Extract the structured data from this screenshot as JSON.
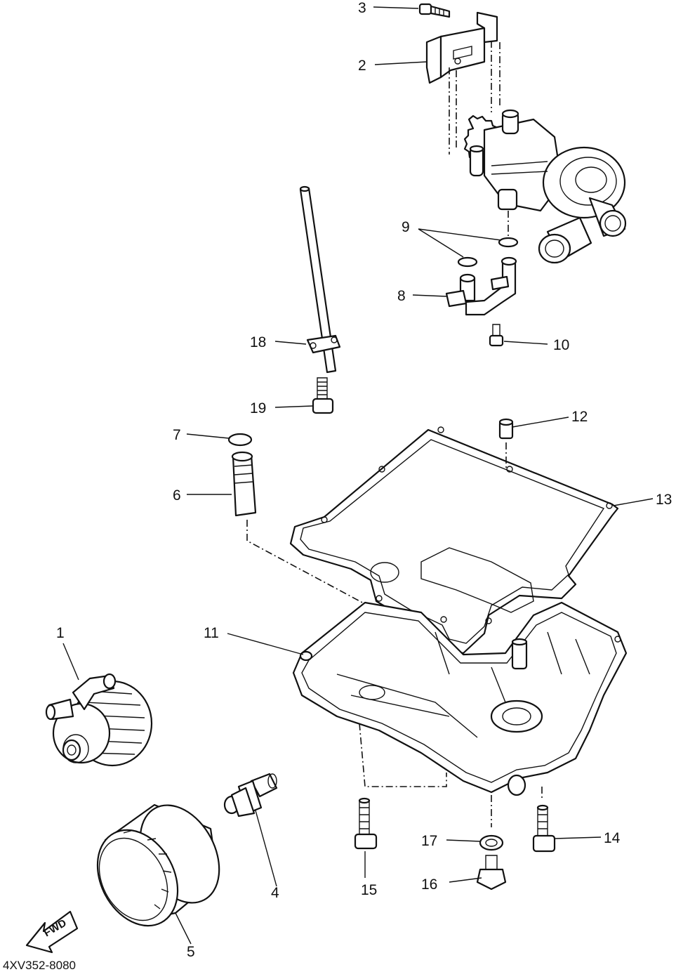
{
  "diagram_code": "4XV352-8080",
  "direction_label": "FWD",
  "callouts": {
    "c1": "1",
    "c2": "2",
    "c3": "3",
    "c4": "4",
    "c5": "5",
    "c6": "6",
    "c7": "7",
    "c8": "8",
    "c9": "9",
    "c10": "10",
    "c11": "11",
    "c12": "12",
    "c13": "13",
    "c14": "14",
    "c15": "15",
    "c16": "16",
    "c17": "17",
    "c18": "18",
    "c19": "19"
  }
}
